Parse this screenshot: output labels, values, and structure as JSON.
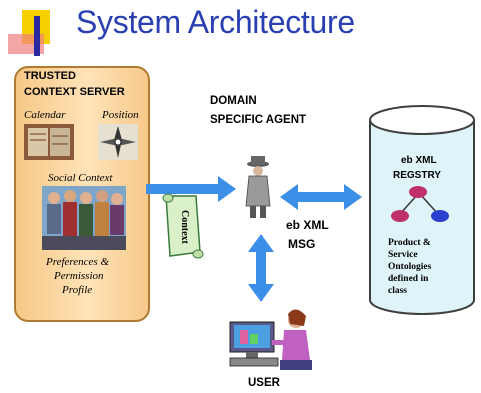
{
  "title": "System Architecture",
  "server": {
    "title_line1": "TRUSTED",
    "title_line2": "CONTEXT SERVER",
    "calendar": "Calendar",
    "position": "Position",
    "social": "Social Context",
    "prefs_line1": "Preferences &",
    "prefs_line2": "Permission",
    "prefs_line3": "Profile"
  },
  "scroll_label": "Context",
  "agent": {
    "line1": "DOMAIN",
    "line2": "SPECIFIC AGENT"
  },
  "message": {
    "line1": "eb XML",
    "line2": "MSG"
  },
  "registry": {
    "line1": "eb XML",
    "line2": "REGSTRY",
    "description": "Product &\nService\nOntologies\ndefined in\nclass"
  },
  "user_label": "USER",
  "colors": {
    "title": "#2a3fb2",
    "arrow": "#3b8fe6",
    "server_fill": "#f7c98b",
    "registry_fill": "#dff4f8"
  }
}
